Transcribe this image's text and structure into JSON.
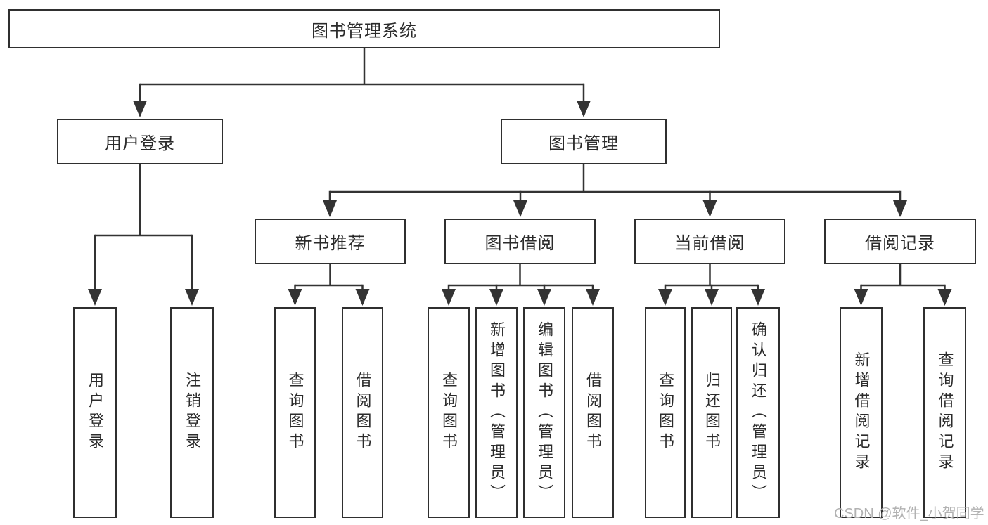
{
  "diagram": {
    "type": "hierarchy-chart",
    "root": {
      "label": "图书管理系统"
    },
    "level2": [
      {
        "label": "用户登录"
      },
      {
        "label": "图书管理"
      }
    ],
    "level3": [
      {
        "label": "新书推荐",
        "parent": "图书管理"
      },
      {
        "label": "图书借阅",
        "parent": "图书管理"
      },
      {
        "label": "当前借阅",
        "parent": "图书管理"
      },
      {
        "label": "借阅记录",
        "parent": "图书管理"
      }
    ],
    "leaves": [
      {
        "label": "用户登录",
        "parent": "用户登录"
      },
      {
        "label": "注销登录",
        "parent": "用户登录"
      },
      {
        "label": "查询图书",
        "parent": "新书推荐"
      },
      {
        "label": "借阅图书",
        "parent": "新书推荐"
      },
      {
        "label": "查询图书",
        "parent": "图书借阅"
      },
      {
        "label": "新增图书（管理员）",
        "parent": "图书借阅"
      },
      {
        "label": "编辑图书（管理员）",
        "parent": "图书借阅"
      },
      {
        "label": "借阅图书",
        "parent": "图书借阅"
      },
      {
        "label": "查询图书",
        "parent": "当前借阅"
      },
      {
        "label": "归还图书",
        "parent": "当前借阅"
      },
      {
        "label": "确认归还（管理员）",
        "parent": "当前借阅"
      },
      {
        "label": "新增借阅记录",
        "parent": "借阅记录"
      },
      {
        "label": "查询借阅记录",
        "parent": "借阅记录"
      }
    ],
    "colors": {
      "line": "#333333",
      "box_border": "#2f2f2f",
      "box_fill": "#ffffff",
      "text": "#2b2b2b",
      "watermark": "#b2b2b2"
    }
  },
  "watermark": {
    "text": "CSDN @软件_小贺同学"
  }
}
